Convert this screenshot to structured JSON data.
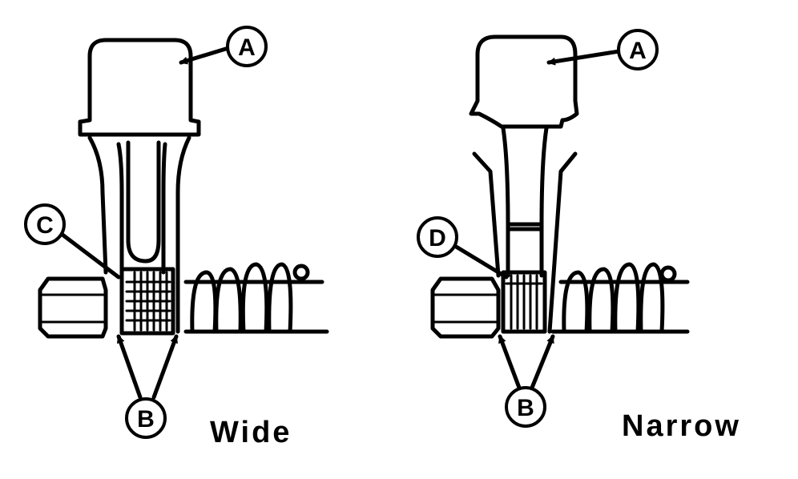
{
  "panels": [
    {
      "caption": "Wide",
      "callouts": {
        "a": "A",
        "b": "B",
        "c": "C"
      }
    },
    {
      "caption": "Narrow",
      "callouts": {
        "a": "A",
        "b": "B",
        "d": "D"
      }
    }
  ]
}
